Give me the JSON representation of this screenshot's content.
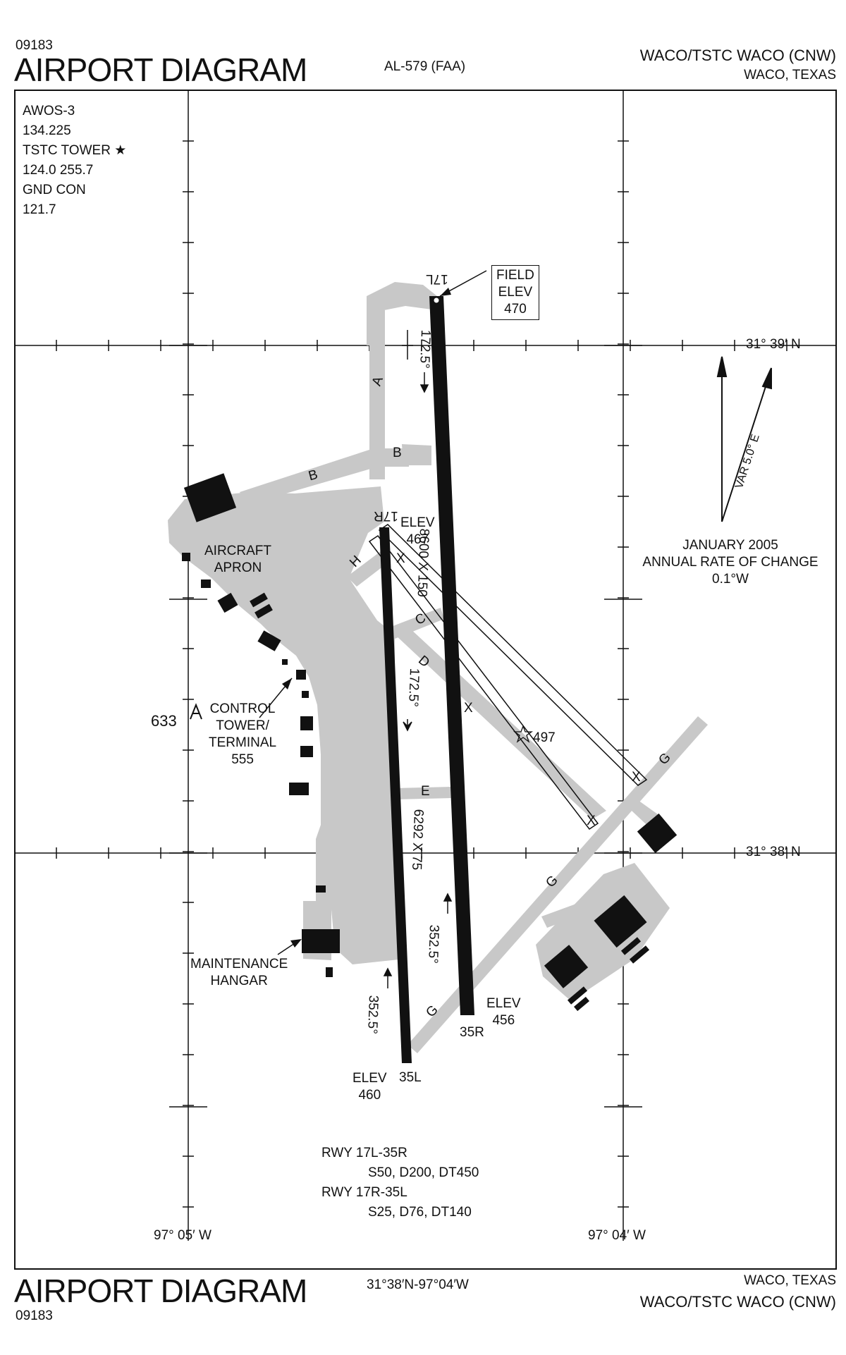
{
  "header": {
    "chart_id_top": "09183",
    "title_top": "AIRPORT DIAGRAM",
    "al_number": "AL-579 (FAA)",
    "airport_name_top": "WACO/TSTC WACO (CNW)",
    "city_state_top": "WACO, TEXAS"
  },
  "frequencies": {
    "lines": [
      "AWOS-3",
      "134.225",
      "TSTC TOWER ★",
      "124.0  255.7",
      "GND CON",
      "121.7"
    ]
  },
  "field_elev": {
    "line1": "FIELD",
    "line2": "ELEV",
    "value": "470"
  },
  "magnetic": {
    "var_label": "VAR 5.0° E",
    "date": "JANUARY 2005",
    "rate_label": "ANNUAL RATE OF CHANGE",
    "rate_value": "0.1°W"
  },
  "grid": {
    "lat_north": "31° 39′ N",
    "lat_south": "31° 38′ N",
    "lon_west": "97° 05′ W",
    "lon_east": "97° 04′ W"
  },
  "runways": {
    "r17L": "17L",
    "r35R": "35R",
    "r17R": "17R",
    "r35L": "35L",
    "dims_main": "8600 X 150",
    "dims_parallel": "6292 X 75",
    "hdg_172_a": "172.5°",
    "hdg_172_b": "172.5°",
    "hdg_352_a": "352.5°",
    "hdg_352_b": "352.5°",
    "closed_marker": "X"
  },
  "elevations": {
    "elev_word": "ELEV",
    "e17r": "467",
    "e35r": "456",
    "e35l": "460",
    "beacon": "497",
    "obstacle": "633"
  },
  "taxiways": [
    "A",
    "B",
    "B",
    "C",
    "D",
    "E",
    "G",
    "G",
    "G",
    "H"
  ],
  "facilities": {
    "apron_line1": "AIRCRAFT",
    "apron_line2": "APRON",
    "tower_line1": "CONTROL",
    "tower_line2": "TOWER/",
    "tower_line3": "TERMINAL",
    "tower_elev": "555",
    "maint_line1": "MAINTENANCE",
    "maint_line2": "HANGAR"
  },
  "runway_data": {
    "line1": "RWY 17L-35R",
    "line2": "S50, D200, DT450",
    "line3": "RWY 17R-35L",
    "line4": "S25, D76, DT140"
  },
  "footer": {
    "title_bottom": "AIRPORT DIAGRAM",
    "chart_id_bottom": "09183",
    "center_coords": "31°38′N-97°04′W",
    "city_state_bottom": "WACO, TEXAS",
    "airport_name_bottom": "WACO/TSTC WACO (CNW)"
  },
  "colors": {
    "pavement": "#c8c8c8",
    "runway": "#111111",
    "ink": "#111111"
  }
}
